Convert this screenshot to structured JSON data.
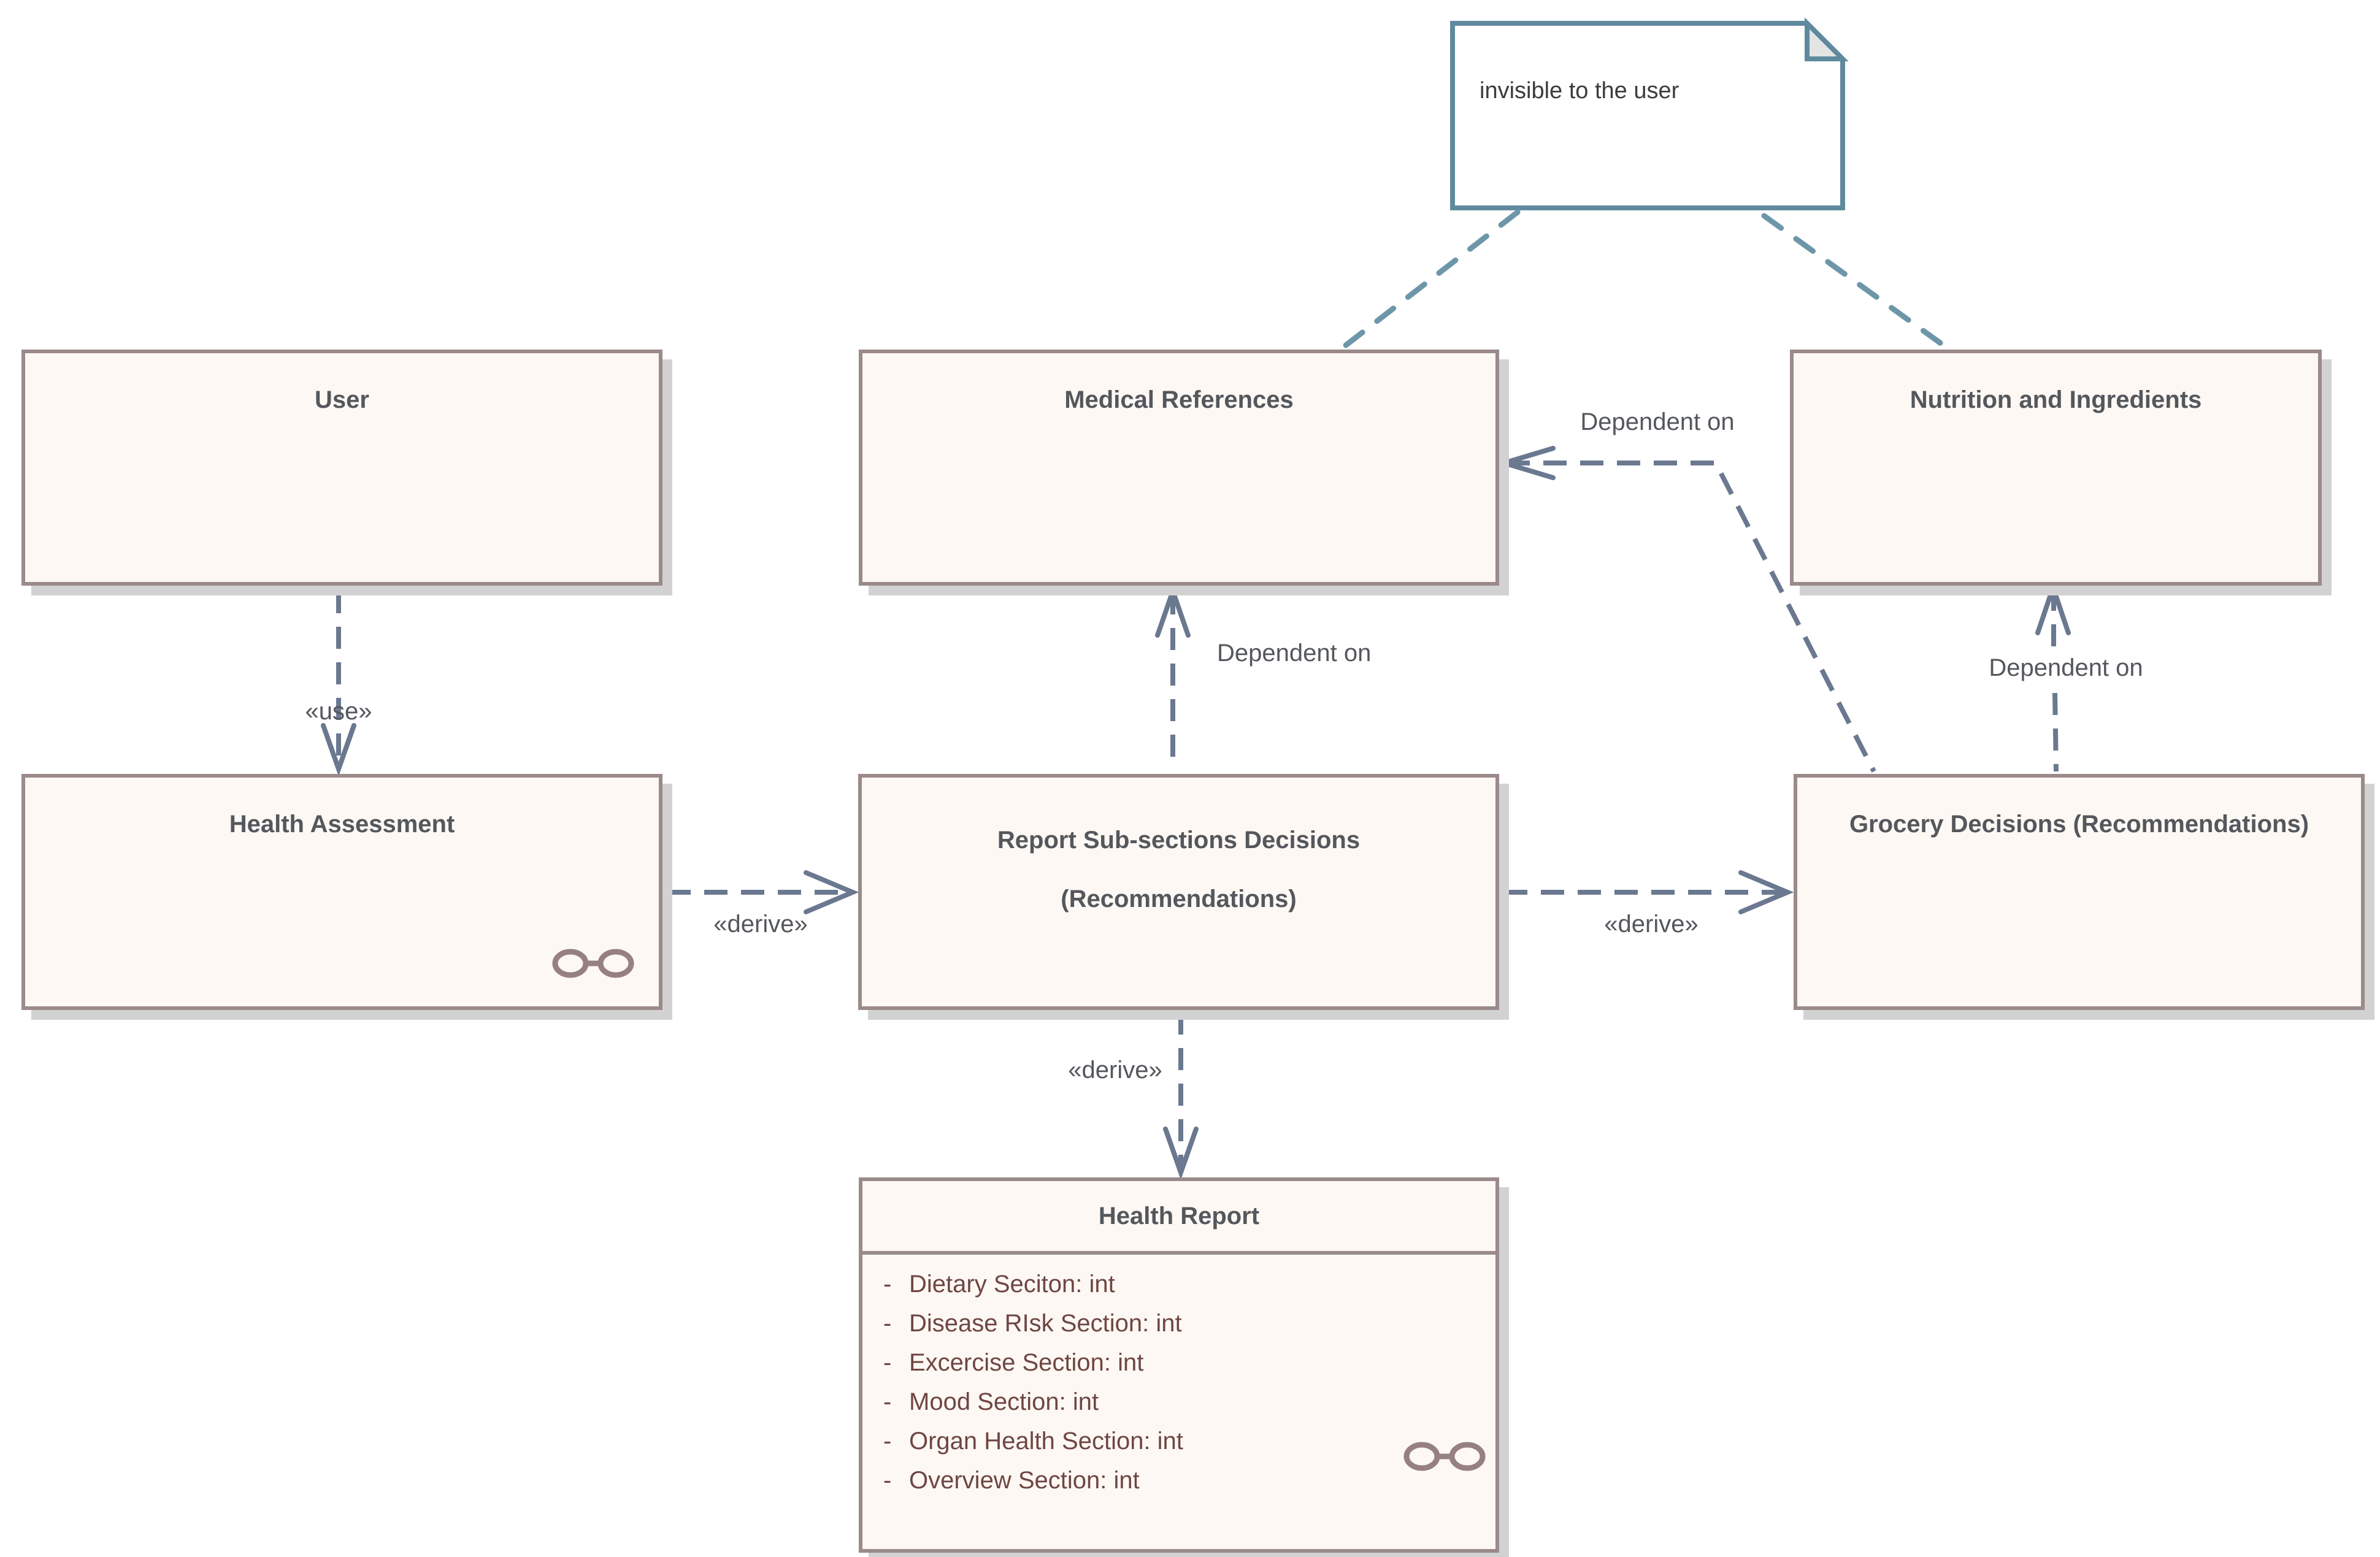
{
  "diagram": {
    "note": {
      "text": "invisible to the user"
    },
    "nodes": {
      "user": {
        "title": "User"
      },
      "medical_references": {
        "title": "Medical References"
      },
      "nutrition_and_ingredients": {
        "title": "Nutrition and Ingredients"
      },
      "health_assessment": {
        "title": "Health Assessment"
      },
      "report_subsections": {
        "title_line1": "Report Sub-sections Decisions",
        "title_line2": "(Recommendations)"
      },
      "grocery_decisions": {
        "title": "Grocery Decisions (Recommendations)"
      },
      "health_report": {
        "title": "Health Report",
        "visibility_marker": "-",
        "attributes": [
          "Dietary Seciton: int",
          "Disease RIsk Section: int",
          "Excercise Section: int",
          "Mood Section: int",
          "Organ Health Section: int",
          "Overview Section: int"
        ]
      }
    },
    "edges": {
      "user_uses_health_assessment": {
        "label": "«use»"
      },
      "health_assessment_derives_report": {
        "label": "«derive»"
      },
      "report_derives_grocery": {
        "label": "«derive»"
      },
      "report_derives_health_report": {
        "label": "«derive»"
      },
      "report_dependent_on_medical_references": {
        "label": "Dependent on"
      },
      "grocery_dependent_on_medical_references": {
        "label": "Dependent on"
      },
      "grocery_dependent_on_nutrition": {
        "label": "Dependent on"
      }
    },
    "colors": {
      "node_fill": "#fdf8f4",
      "node_border": "#9b8a8a",
      "node_shadow": "#d2d2d2",
      "title_text": "#54575c",
      "attribute_text": "#6f4642",
      "connector": "#6a7890",
      "label_text": "#54575c",
      "note_border": "#5f8a9e",
      "note_fold": "#e4e4e4",
      "note_connector": "#6d97a9",
      "glasses_icon": "#968080"
    }
  }
}
